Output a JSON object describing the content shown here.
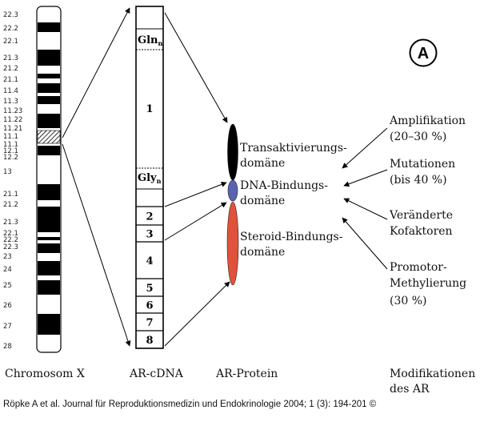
{
  "panel_label": "A",
  "chromosome": {
    "title": "Chromosom X",
    "bands": [
      "22.3",
      "22.2",
      "22.1",
      "21.3",
      "21.2",
      "21.1",
      "11.4",
      "11.3",
      "11.23",
      "11.22",
      "11.21",
      "11.1",
      "11.1",
      "12.1",
      "12.2",
      "13",
      "21.1",
      "21.2",
      "21.3",
      "22.1",
      "22.2",
      "22.3",
      "23",
      "24",
      "25",
      "26",
      "27",
      "28"
    ]
  },
  "cdna": {
    "title": "AR-cDNA",
    "gln_label": "Gln",
    "gln_subscript": "n",
    "exon1_label": "1",
    "gly_label": "Gly",
    "gly_subscript": "n",
    "exons": [
      "2",
      "3",
      "4",
      "5",
      "6",
      "7",
      "8"
    ]
  },
  "protein": {
    "title": "AR-Protein",
    "domains": [
      {
        "line1": "Transaktivierungs-",
        "line2": "domäne",
        "color": "#000000"
      },
      {
        "line1": "DNA-Bindungs-",
        "line2": "domäne",
        "color": "#5a63b0"
      },
      {
        "line1": "Steroid-Bindungs-",
        "line2": "domäne",
        "color": "#e0523c"
      }
    ]
  },
  "modifications": {
    "title_line1": "Modifikationen",
    "title_line2": "des AR",
    "items": [
      {
        "line1": "Amplifikation",
        "line2": "(20–30 %)"
      },
      {
        "line1": "Mutationen",
        "line2": "(bis 40 %)"
      },
      {
        "line1": "Veränderte",
        "line2": "Kofaktoren"
      },
      {
        "line1": "Promotor-",
        "line2": "Methylierung",
        "line3": "(30 %)"
      }
    ]
  },
  "citation": "Röpke A et al. Journal für Reproduktionsmedizin und Endokrinologie 2004; 1 (3): 194-201 ©"
}
